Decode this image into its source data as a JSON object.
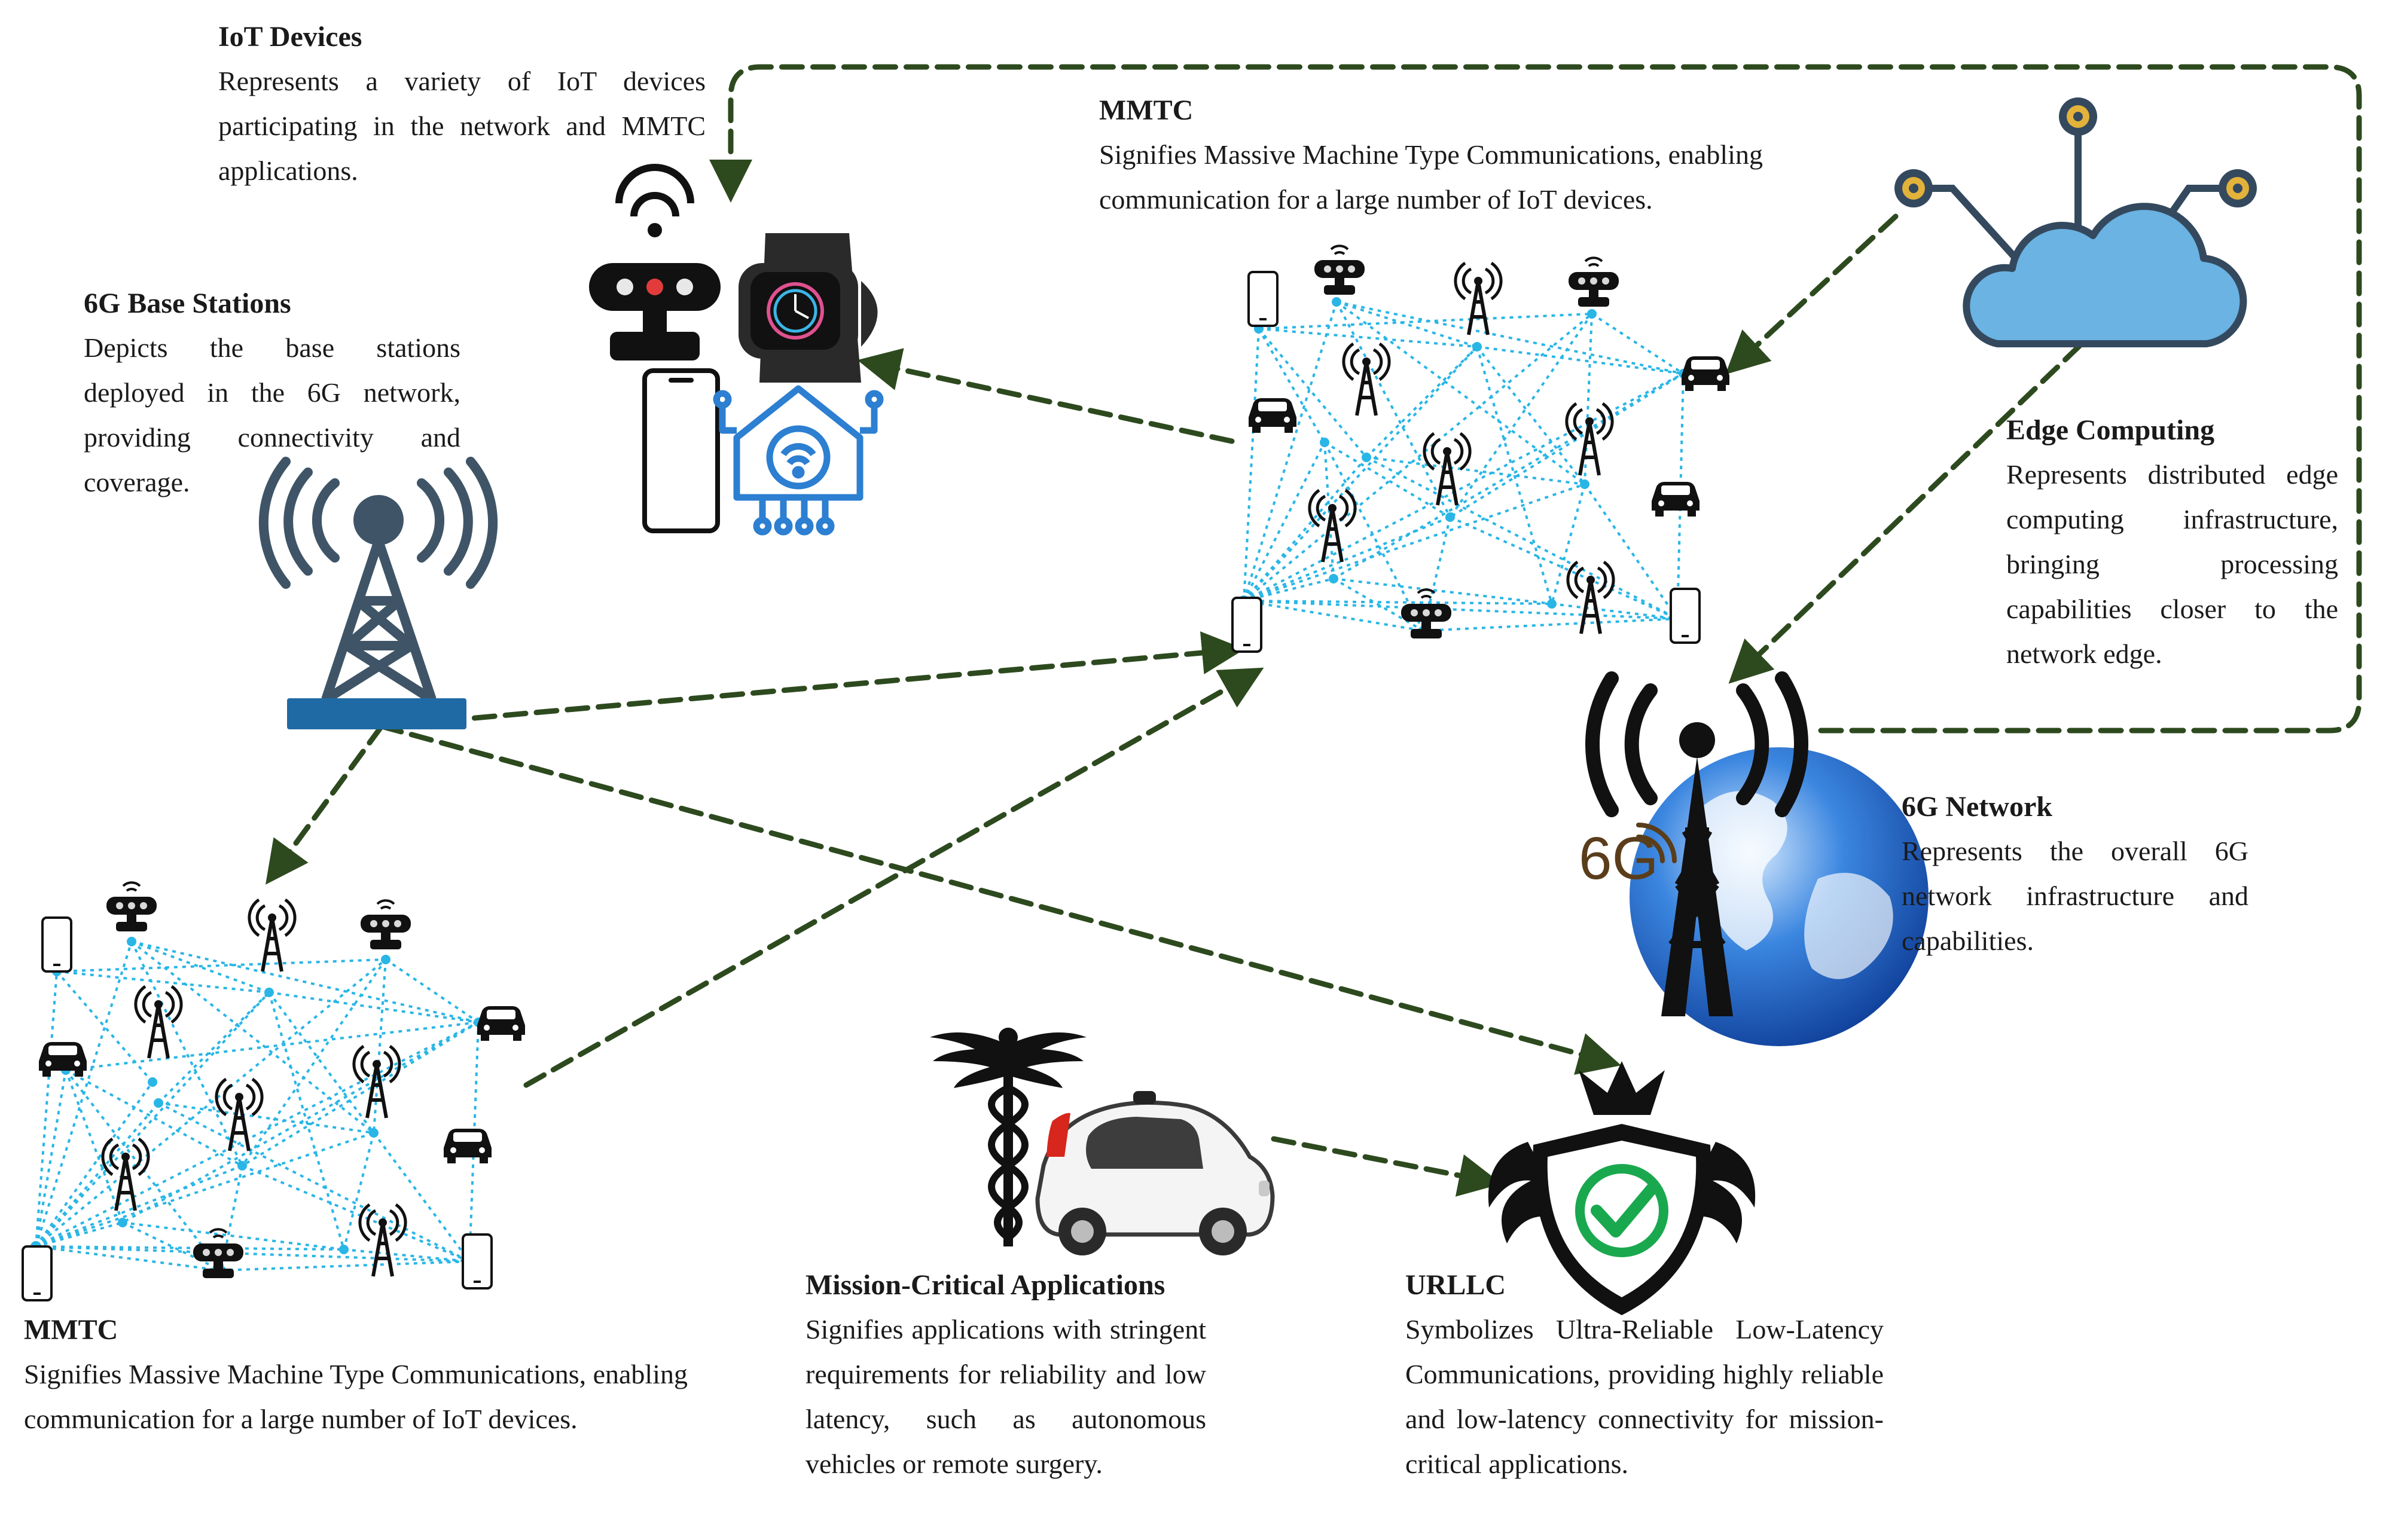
{
  "blocks": {
    "iot_devices": {
      "title": "IoT Devices",
      "text": "Represents a variety of IoT devices participating in the network and MMTC applications."
    },
    "base_stations": {
      "title": "6G Base Stations",
      "text": "Depicts the base stations deployed in the 6G network, providing connectivity and coverage."
    },
    "mmtc_top": {
      "title": "MMTC",
      "text": "Signifies Massive Machine Type Communications, enabling communication for a large number of IoT devices."
    },
    "edge_computing": {
      "title": "Edge Computing",
      "text": "Represents distributed edge computing infrastructure, bringing processing capabilities closer to the network edge."
    },
    "network_6g": {
      "title": "6G Network",
      "text": "Represents the overall 6G network infrastructure and capabilities."
    },
    "mmtc_bottom": {
      "title": "MMTC",
      "text": "Signifies Massive Machine Type Communications, enabling communication for a large number of IoT devices."
    },
    "mission_critical": {
      "title": "Mission-Critical Applications",
      "text": "Signifies applications with stringent requirements for reliability and low latency, such as autonomous vehicles or remote surgery."
    },
    "urllc": {
      "title": "URLLC",
      "text": "Symbolizes Ultra-Reliable Low-Latency Communications, providing highly reliable and low-latency connectivity for mission-critical applications."
    }
  },
  "icons": {
    "badge_6g": "6G"
  },
  "colors": {
    "arrow": "#2d4a1f",
    "mesh_link": "#29b6e6",
    "tower": "#3f5567",
    "tower_base": "#1f6aa5",
    "cloud": "#6ab3e3",
    "smart_home": "#2c7fd1",
    "check": "#1aa84f",
    "globe": "#1e64c8",
    "node_gold": "#e2b23a"
  }
}
